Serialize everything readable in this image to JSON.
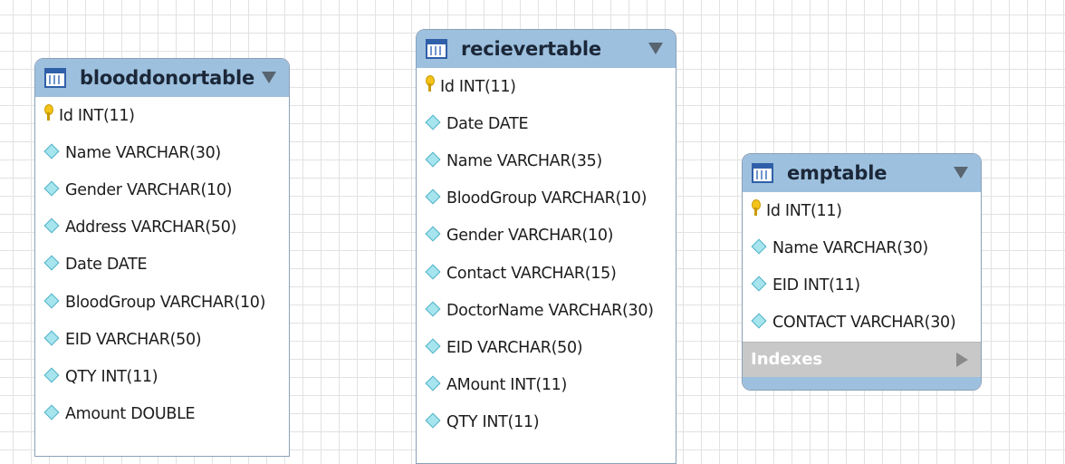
{
  "tables": [
    {
      "title": "blooddonortable",
      "columns": [
        {
          "label": "Id INT(11)",
          "key": true
        },
        {
          "label": "Name VARCHAR(30)",
          "key": false
        },
        {
          "label": "Gender VARCHAR(10)",
          "key": false
        },
        {
          "label": "Address VARCHAR(50)",
          "key": false
        },
        {
          "label": "Date DATE",
          "key": false
        },
        {
          "label": "BloodGroup VARCHAR(10)",
          "key": false
        },
        {
          "label": "EID VARCHAR(50)",
          "key": false
        },
        {
          "label": "QTY INT(11)",
          "key": false
        },
        {
          "label": "Amount DOUBLE",
          "key": false
        }
      ]
    },
    {
      "title": "recievertable",
      "columns": [
        {
          "label": "Id INT(11)",
          "key": true
        },
        {
          "label": "Date DATE",
          "key": false
        },
        {
          "label": "Name VARCHAR(35)",
          "key": false
        },
        {
          "label": "BloodGroup VARCHAR(10)",
          "key": false
        },
        {
          "label": "Gender VARCHAR(10)",
          "key": false
        },
        {
          "label": "Contact VARCHAR(15)",
          "key": false
        },
        {
          "label": "DoctorName VARCHAR(30)",
          "key": false
        },
        {
          "label": "EID VARCHAR(50)",
          "key": false
        },
        {
          "label": "AMount INT(11)",
          "key": false
        },
        {
          "label": "QTY INT(11)",
          "key": false
        }
      ]
    },
    {
      "title": "emptable",
      "columns": [
        {
          "label": "Id INT(11)",
          "key": true
        },
        {
          "label": "Name VARCHAR(30)",
          "key": false
        },
        {
          "label": "EID INT(11)",
          "key": false
        },
        {
          "label": "CONTACT VARCHAR(30)",
          "key": false
        }
      ],
      "indexes_label": "Indexes"
    }
  ],
  "icons": {
    "table": "table-grid-icon",
    "primary_key": "primary-key-icon",
    "column": "column-diamond-icon",
    "collapse": "collapse-triangle-icon",
    "expand": "expand-triangle-icon"
  },
  "colors": {
    "header": "#9dc0de",
    "indexes_bar": "#c8c8c8",
    "key": "#f3c319",
    "diamond": "#a6e4ee"
  }
}
